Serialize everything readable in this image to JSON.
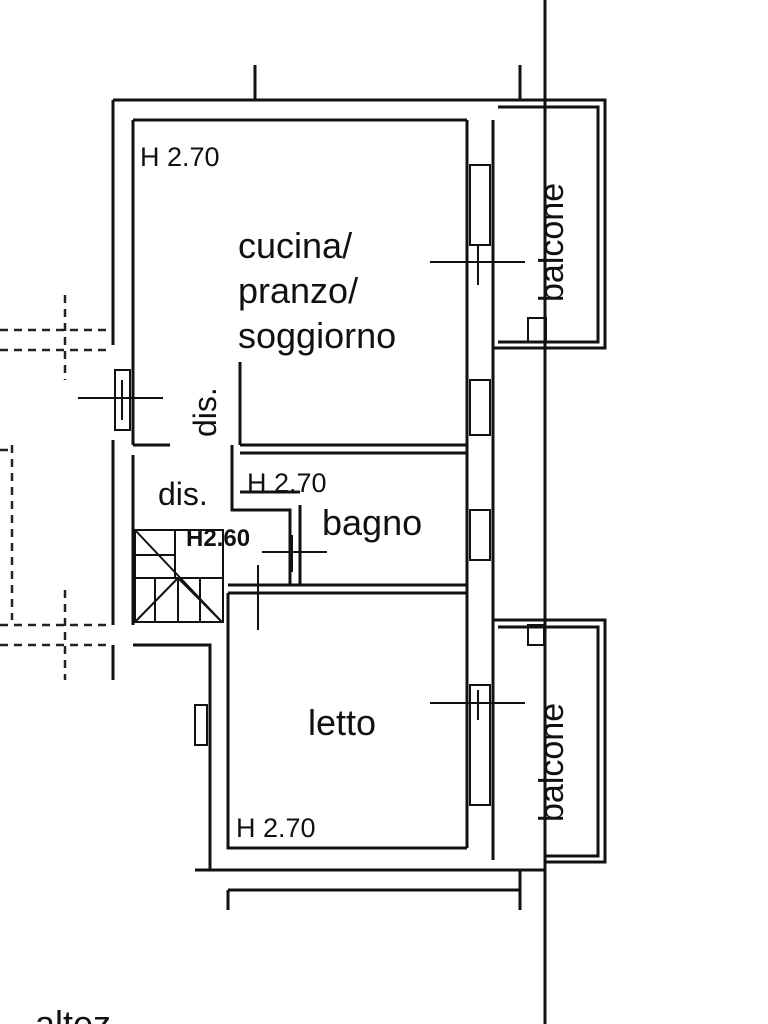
{
  "plan": {
    "rooms": {
      "kitchen": {
        "label_line1": "cucina/",
        "label_line2": "pranzo/",
        "label_line3": "soggiorno",
        "height": "H 2.70"
      },
      "hall_vertical": {
        "label": "dis."
      },
      "hall": {
        "label": "dis.",
        "height": "H2.60"
      },
      "bathroom": {
        "label": "bagno",
        "height": "H 2.70"
      },
      "bedroom": {
        "label": "letto",
        "height": "H 2.70"
      },
      "balcony_top": {
        "label": "balcone"
      },
      "balcony_bottom": {
        "label": "balcone"
      }
    },
    "footer_text": "altez"
  }
}
